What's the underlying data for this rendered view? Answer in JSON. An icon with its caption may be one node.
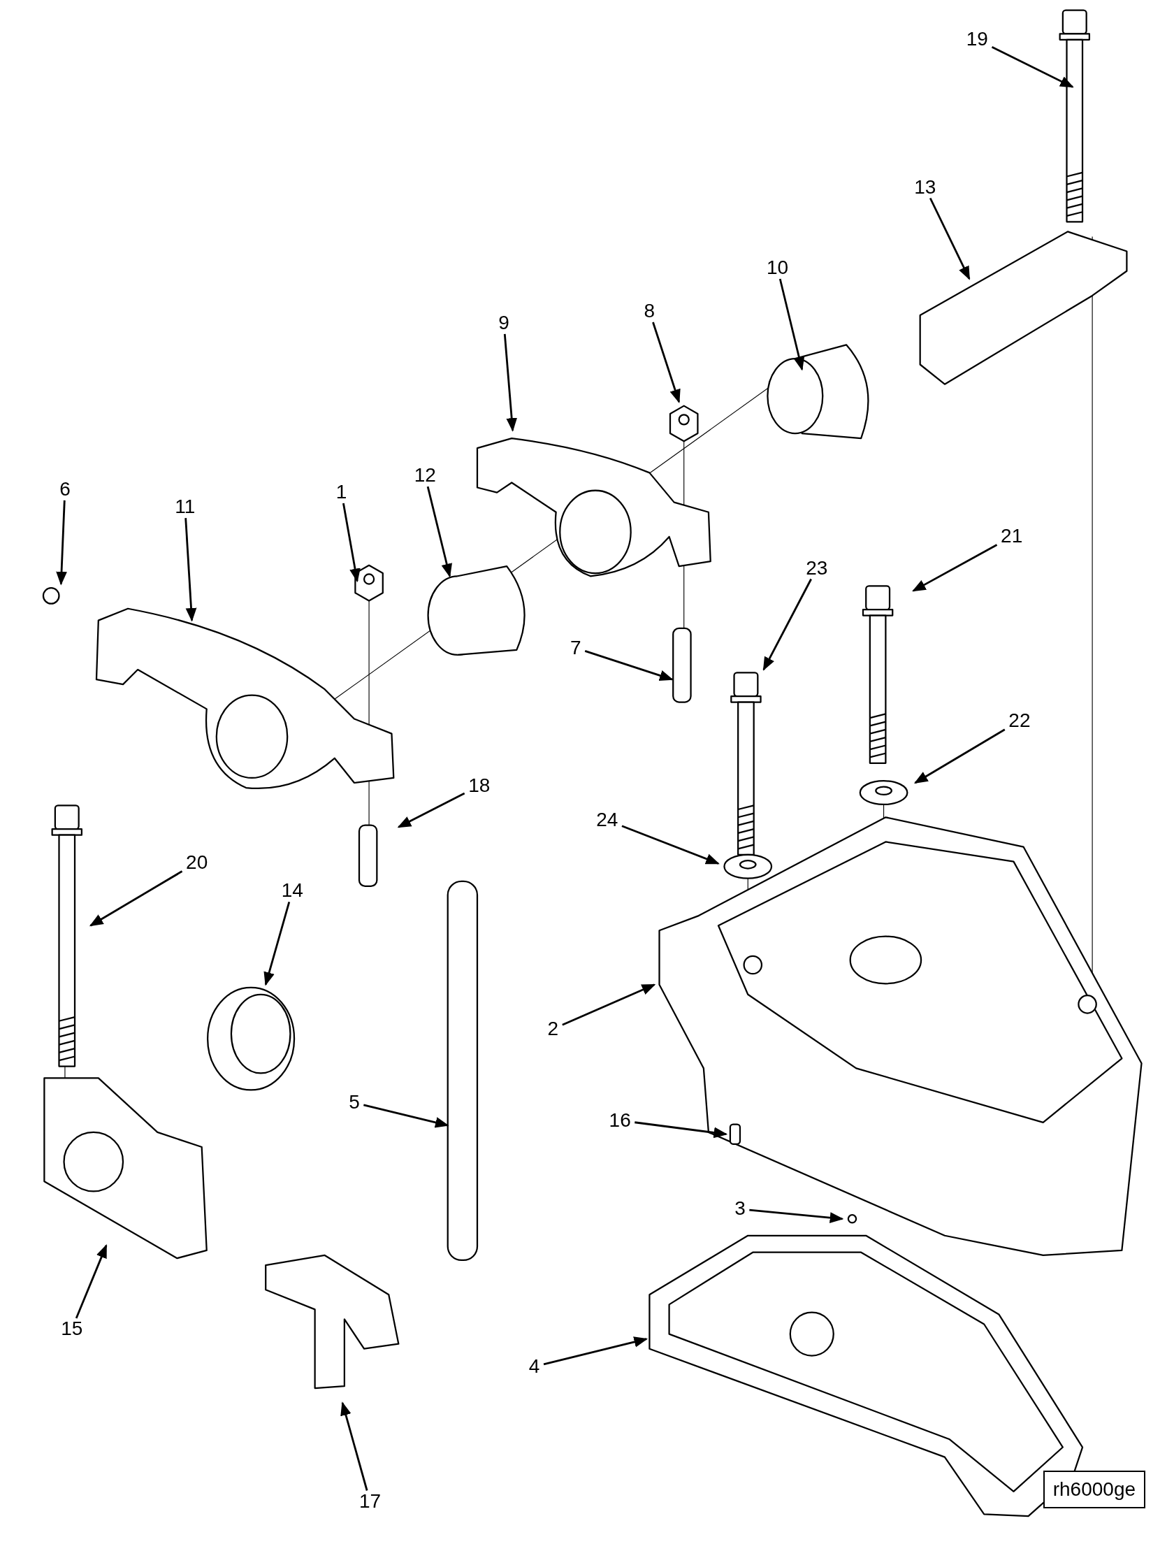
{
  "diagram": {
    "nodes": [
      {
        "text": [
          "19"
        ]
      },
      {
        "text": [
          "13"
        ]
      },
      {
        "text": [
          "10"
        ]
      },
      {
        "text": [
          "8"
        ]
      },
      {
        "text": [
          "9"
        ]
      },
      {
        "text": [
          "6"
        ]
      },
      {
        "text": [
          "11"
        ]
      },
      {
        "text": [
          "1"
        ]
      },
      {
        "text": [
          "12"
        ]
      },
      {
        "text": [
          "21"
        ]
      },
      {
        "text": [
          "23"
        ]
      },
      {
        "text": [
          "7"
        ]
      },
      {
        "text": [
          "22"
        ]
      },
      {
        "text": [
          "18"
        ]
      },
      {
        "text": [
          "24"
        ]
      },
      {
        "text": [
          "20"
        ]
      },
      {
        "text": [
          "14"
        ]
      },
      {
        "text": [
          "2"
        ]
      },
      {
        "text": [
          "5"
        ]
      },
      {
        "text": [
          "16"
        ]
      },
      {
        "text": [
          "3"
        ]
      },
      {
        "text": [
          "15"
        ]
      },
      {
        "text": [
          "4"
        ]
      },
      {
        "text": [
          "17"
        ]
      }
    ],
    "edges": [
      {
        "from": 0,
        "to": null,
        "arrow": "to"
      },
      {
        "from": 1,
        "to": null,
        "arrow": "to"
      },
      {
        "from": 2,
        "to": null,
        "arrow": "to"
      },
      {
        "from": 3,
        "to": null,
        "arrow": "to"
      },
      {
        "from": 4,
        "to": null,
        "arrow": "to"
      },
      {
        "from": 5,
        "to": null,
        "arrow": "to"
      },
      {
        "from": 6,
        "to": null,
        "arrow": "to"
      },
      {
        "from": 7,
        "to": null,
        "arrow": "to"
      },
      {
        "from": 8,
        "to": null,
        "arrow": "to"
      },
      {
        "from": 9,
        "to": null,
        "arrow": "to"
      },
      {
        "from": 10,
        "to": null,
        "arrow": "to"
      },
      {
        "from": 11,
        "to": null,
        "arrow": "to"
      },
      {
        "from": 12,
        "to": null,
        "arrow": "to"
      },
      {
        "from": 13,
        "to": null,
        "arrow": "to"
      },
      {
        "from": 14,
        "to": null,
        "arrow": "to"
      },
      {
        "from": 15,
        "to": null,
        "arrow": "to"
      },
      {
        "from": 16,
        "to": null,
        "arrow": "to"
      },
      {
        "from": 17,
        "to": null,
        "arrow": "to"
      },
      {
        "from": 18,
        "to": null,
        "arrow": "to"
      },
      {
        "from": 19,
        "to": null,
        "arrow": "to"
      },
      {
        "from": 20,
        "to": null,
        "arrow": "to"
      },
      {
        "from": 21,
        "to": null,
        "arrow": "to"
      },
      {
        "from": 22,
        "to": null,
        "arrow": "to"
      },
      {
        "from": 23,
        "to": null,
        "arrow": "to"
      }
    ],
    "labels": [
      "rh6000ge"
    ]
  }
}
